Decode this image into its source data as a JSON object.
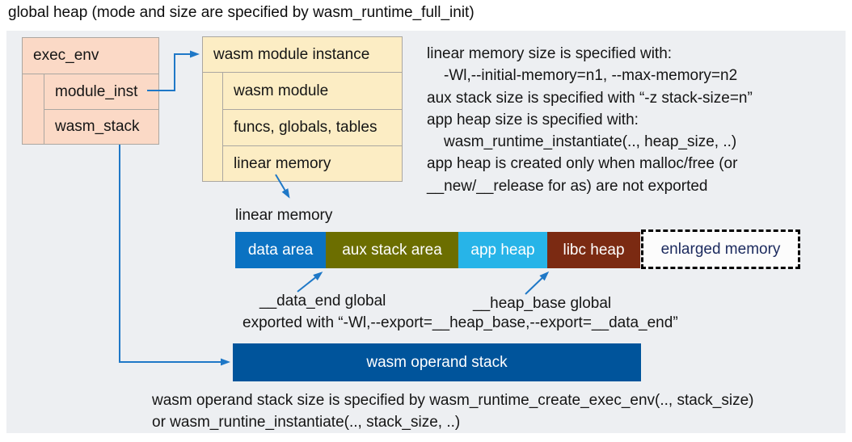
{
  "title": "global heap (mode and size are specified by wasm_runtime_full_init)",
  "exec_env": {
    "header": "exec_env",
    "rows": [
      "module_inst",
      "wasm_stack"
    ]
  },
  "module_instance": {
    "header": "wasm module instance",
    "rows": [
      "wasm module",
      "funcs, globals, tables",
      "linear memory"
    ]
  },
  "notes": {
    "lines": [
      "linear memory size is specified with:",
      "-Wl,--initial-memory=n1, --max-memory=n2",
      "aux stack size is specified with “-z stack-size=n”",
      "app heap size is specified with:",
      "wasm_runtime_instantiate(.., heap_size, ..)",
      "app heap is created only when malloc/free (or",
      "__new/__release for as) are not exported"
    ]
  },
  "linear_memory": {
    "label": "linear memory",
    "segments": [
      {
        "label": "data area",
        "color": "#0b72c2",
        "width": 112
      },
      {
        "label": "aux stack area",
        "color": "#6c6e00",
        "width": 164
      },
      {
        "label": "app heap",
        "color": "#27b4e8",
        "width": 110
      },
      {
        "label": "libc heap",
        "color": "#7b2a12",
        "width": 115
      }
    ],
    "enlarged": {
      "label": "enlarged memory",
      "text_color": "#1b2a5e"
    }
  },
  "callouts": {
    "data_end": "__data_end global",
    "heap_base": "__heap_base global",
    "export_line": "exported with “-Wl,--export=__heap_base,--export=__data_end”"
  },
  "operand_stack": {
    "label": "wasm operand stack",
    "color": "#00549b",
    "caption_line1": "wasm operand stack size is specified by wasm_runtime_create_exec_env(.., stack_size)",
    "caption_line2": "or wasm_runtine_instantiate(.., stack_size, ..)"
  },
  "colors": {
    "panel_bg": "#edeff2",
    "exec_env_bg": "#fbd9c6",
    "module_instance_bg": "#fcedc4",
    "arrow": "#1f78c7"
  }
}
